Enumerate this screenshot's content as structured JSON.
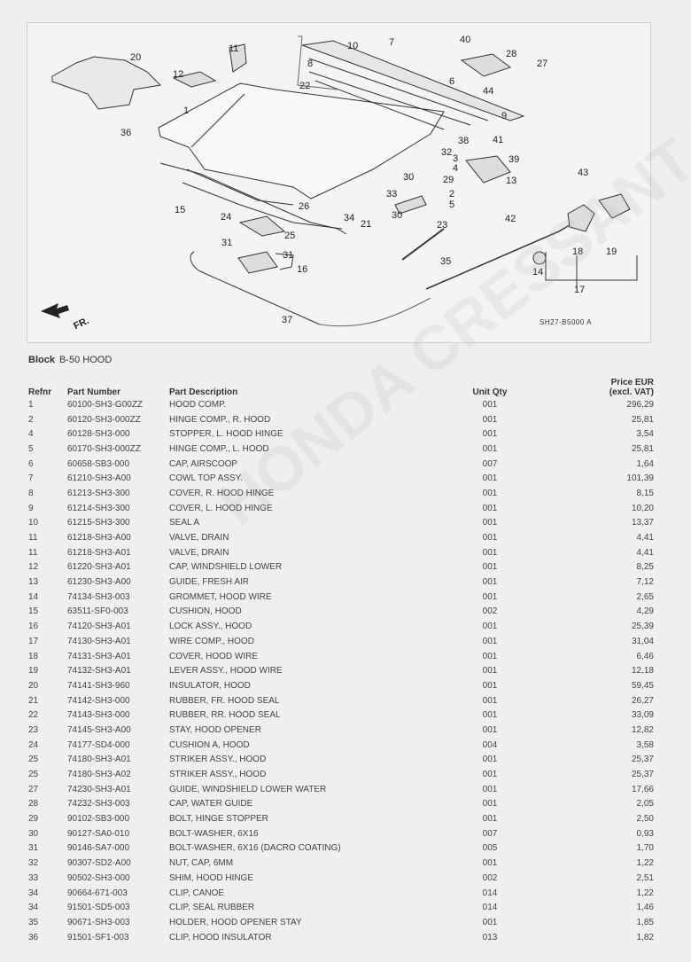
{
  "diagram": {
    "callouts": [
      "20",
      "12",
      "11",
      "36",
      "1",
      "8",
      "10",
      "7",
      "22",
      "40",
      "28",
      "27",
      "6",
      "44",
      "9",
      "38",
      "41",
      "32",
      "3",
      "4",
      "39",
      "13",
      "30",
      "29",
      "33",
      "2",
      "5",
      "30",
      "34",
      "21",
      "42",
      "43",
      "15",
      "24",
      "26",
      "25",
      "31",
      "31",
      "16",
      "23",
      "35",
      "18",
      "19",
      "14",
      "17",
      "37"
    ],
    "front_label": "FR.",
    "drawing_code": "SH27-B5000 A"
  },
  "watermark": "HONDA CRESSANT MODEL X",
  "block": {
    "label": "Block",
    "name": "B-50 HOOD"
  },
  "table": {
    "headers": {
      "refnr": "Refnr",
      "part_number": "Part Number",
      "description": "Part Description",
      "qty": "Unit Qty",
      "price_line1": "Price EUR",
      "price_line2": "(excl. VAT)"
    },
    "rows": [
      [
        "1",
        "60100-SH3-G00ZZ",
        "HOOD COMP.",
        "001",
        "296,29"
      ],
      [
        "2",
        "60120-SH3-000ZZ",
        "HINGE COMP., R. HOOD",
        "001",
        "25,81"
      ],
      [
        "4",
        "60128-SH3-000",
        "STOPPER, L. HOOD HINGE",
        "001",
        "3,54"
      ],
      [
        "5",
        "60170-SH3-000ZZ",
        "HINGE COMP., L. HOOD",
        "001",
        "25,81"
      ],
      [
        "6",
        "60658-SB3-000",
        "CAP, AIRSCOOP",
        "007",
        "1,64"
      ],
      [
        "7",
        "61210-SH3-A00",
        "COWL TOP ASSY.",
        "001",
        "101,39"
      ],
      [
        "8",
        "61213-SH3-300",
        "COVER, R. HOOD HINGE",
        "001",
        "8,15"
      ],
      [
        "9",
        "61214-SH3-300",
        "COVER, L. HOOD HINGE",
        "001",
        "10,20"
      ],
      [
        "10",
        "61215-SH3-300",
        "SEAL A",
        "001",
        "13,37"
      ],
      [
        "11",
        "61218-SH3-A00",
        "VALVE, DRAIN",
        "001",
        "4,41"
      ],
      [
        "11",
        "61218-SH3-A01",
        "VALVE, DRAIN",
        "001",
        "4,41"
      ],
      [
        "12",
        "61220-SH3-A01",
        "CAP, WINDSHIELD LOWER",
        "001",
        "8,25"
      ],
      [
        "13",
        "61230-SH3-A00",
        "GUIDE, FRESH AIR",
        "001",
        "7,12"
      ],
      [
        "14",
        "74134-SH3-003",
        "GROMMET, HOOD WIRE",
        "001",
        "2,65"
      ],
      [
        "15",
        "63511-SF0-003",
        "CUSHION, HOOD",
        "002",
        "4,29"
      ],
      [
        "16",
        "74120-SH3-A01",
        "LOCK ASSY., HOOD",
        "001",
        "25,39"
      ],
      [
        "17",
        "74130-SH3-A01",
        "WIRE COMP., HOOD",
        "001",
        "31,04"
      ],
      [
        "18",
        "74131-SH3-A01",
        "COVER, HOOD WIRE",
        "001",
        "6,46"
      ],
      [
        "19",
        "74132-SH3-A01",
        "LEVER ASSY., HOOD WIRE",
        "001",
        "12,18"
      ],
      [
        "20",
        "74141-SH3-960",
        "INSULATOR, HOOD",
        "001",
        "59,45"
      ],
      [
        "21",
        "74142-SH3-000",
        "RUBBER, FR. HOOD SEAL",
        "001",
        "26,27"
      ],
      [
        "22",
        "74143-SH3-000",
        "RUBBER, RR. HOOD SEAL",
        "001",
        "33,09"
      ],
      [
        "23",
        "74145-SH3-A00",
        "STAY, HOOD OPENER",
        "001",
        "12,82"
      ],
      [
        "24",
        "74177-SD4-000",
        "CUSHION A, HOOD",
        "004",
        "3,58"
      ],
      [
        "25",
        "74180-SH3-A01",
        "STRIKER ASSY., HOOD",
        "001",
        "25,37"
      ],
      [
        "25",
        "74180-SH3-A02",
        "STRIKER ASSY., HOOD",
        "001",
        "25,37"
      ],
      [
        "27",
        "74230-SH3-A01",
        "GUIDE, WINDSHIELD LOWER WATER",
        "001",
        "17,66"
      ],
      [
        "28",
        "74232-SH3-003",
        "CAP, WATER GUIDE",
        "001",
        "2,05"
      ],
      [
        "29",
        "90102-SB3-000",
        "BOLT, HINGE STOPPER",
        "001",
        "2,50"
      ],
      [
        "30",
        "90127-SA0-010",
        "BOLT-WASHER, 6X16",
        "007",
        "0,93"
      ],
      [
        "31",
        "90146-SA7-000",
        "BOLT-WASHER, 6X16 (DACRO COATING)",
        "005",
        "1,70"
      ],
      [
        "32",
        "90307-SD2-A00",
        "NUT, CAP, 6MM",
        "001",
        "1,22"
      ],
      [
        "33",
        "90502-SH3-000",
        "SHIM, HOOD HINGE",
        "002",
        "2,51"
      ],
      [
        "34",
        "90664-671-003",
        "CLIP, CANOE",
        "014",
        "1,22"
      ],
      [
        "34",
        "91501-SD5-003",
        "CLIP, SEAL RUBBER",
        "014",
        "1,46"
      ],
      [
        "35",
        "90671-SH3-003",
        "HOLDER, HOOD OPENER STAY",
        "001",
        "1,85"
      ],
      [
        "36",
        "91501-SF1-003",
        "CLIP, HOOD INSULATOR",
        "013",
        "1,82"
      ]
    ]
  }
}
